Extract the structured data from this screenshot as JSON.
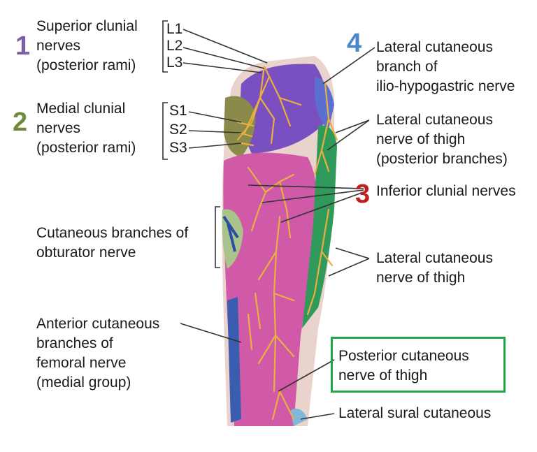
{
  "labels": {
    "superior_clunial": "Superior clunial\nnerves\n(posterior rami)",
    "l1": "L1",
    "l2": "L2",
    "l3": "L3",
    "medial_clunial": "Medial clunial\nnerves\n(posterior rami)",
    "s1": "S1",
    "s2": "S2",
    "s3": "S3",
    "obturator": "Cutaneous branches of\nobturator nerve",
    "anterior_femoral": "Anterior cutaneous\nbranches of\nfemoral nerve\n(medial group)",
    "ilio_hypogastric": "Lateral cutaneous\nbranch of\nilio-hypogastric nerve",
    "lat_thigh_posterior": "Lateral cutaneous\nnerve of thigh\n(posterior branches)",
    "inferior_clunial": "Inferior clunial nerves",
    "lat_thigh": "Lateral cutaneous\nnerve of thigh",
    "posterior_cutaneous": "Posterior cutaneous\nnerve of thigh",
    "lateral_sural": "Lateral sural cutaneous"
  },
  "numbers": {
    "n1": "1",
    "n2": "2",
    "n3": "3",
    "n4": "4"
  },
  "colors": {
    "n1": "#7b5fa6",
    "n2": "#6e8b3d",
    "n3": "#c0201e",
    "n4": "#4a86c8",
    "highlight_box": "#1fa84a",
    "posterior_region": "#d05aa8",
    "superior_region": "#7a4fc0",
    "lateral_region": "#2f9a5a",
    "medial_region": "#8a8a4a",
    "nerve": "#e8b040"
  }
}
